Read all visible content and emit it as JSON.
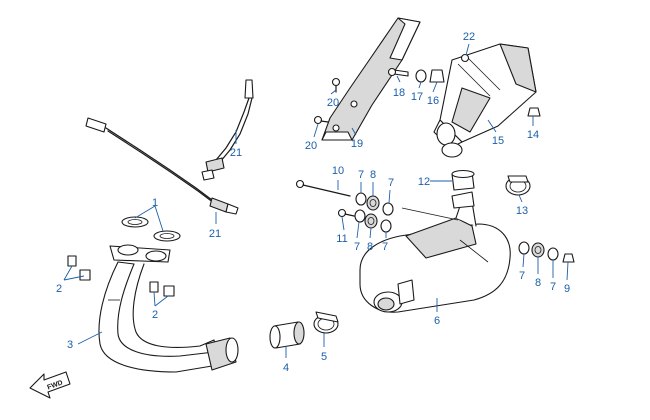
{
  "callouts": [
    {
      "label": "1"
    },
    {
      "label": "2"
    },
    {
      "label": "2"
    },
    {
      "label": "3"
    },
    {
      "label": "4"
    },
    {
      "label": "5"
    },
    {
      "label": "6"
    },
    {
      "label": "7"
    },
    {
      "label": "7"
    },
    {
      "label": "7"
    },
    {
      "label": "7"
    },
    {
      "label": "7"
    },
    {
      "label": "7"
    },
    {
      "label": "8"
    },
    {
      "label": "8"
    },
    {
      "label": "8"
    },
    {
      "label": "9"
    },
    {
      "label": "10"
    },
    {
      "label": "11"
    },
    {
      "label": "12"
    },
    {
      "label": "13"
    },
    {
      "label": "14"
    },
    {
      "label": "15"
    },
    {
      "label": "16"
    },
    {
      "label": "17"
    },
    {
      "label": "18"
    },
    {
      "label": "19"
    },
    {
      "label": "20"
    },
    {
      "label": "20"
    },
    {
      "label": "21"
    },
    {
      "label": "21"
    },
    {
      "label": "22"
    }
  ],
  "direction_arrow": {
    "label": "FWD"
  },
  "colors": {
    "callout": "#1c5fa8",
    "line": "#1a1a1a",
    "shade": "#d9d9d9"
  }
}
